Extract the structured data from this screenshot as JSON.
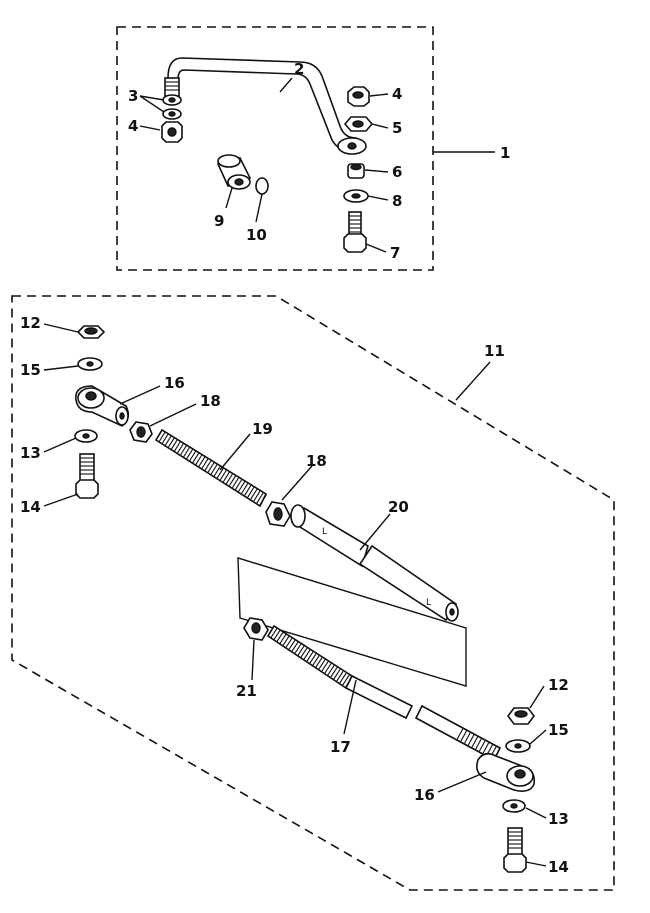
{
  "labels": {
    "l1": "1",
    "l2": "2",
    "l3": "3",
    "l4a": "4",
    "l4b": "4",
    "l5": "5",
    "l6": "6",
    "l7": "7",
    "l8": "8",
    "l9": "9",
    "l10": "10",
    "l11": "11",
    "l12a": "12",
    "l12b": "12",
    "l13a": "13",
    "l13b": "13",
    "l14a": "14",
    "l14b": "14",
    "l15a": "15",
    "l15b": "15",
    "l16a": "16",
    "l16b": "16",
    "l17": "17",
    "l18a": "18",
    "l18b": "18",
    "l19": "19",
    "l20": "20",
    "l21": "21"
  }
}
